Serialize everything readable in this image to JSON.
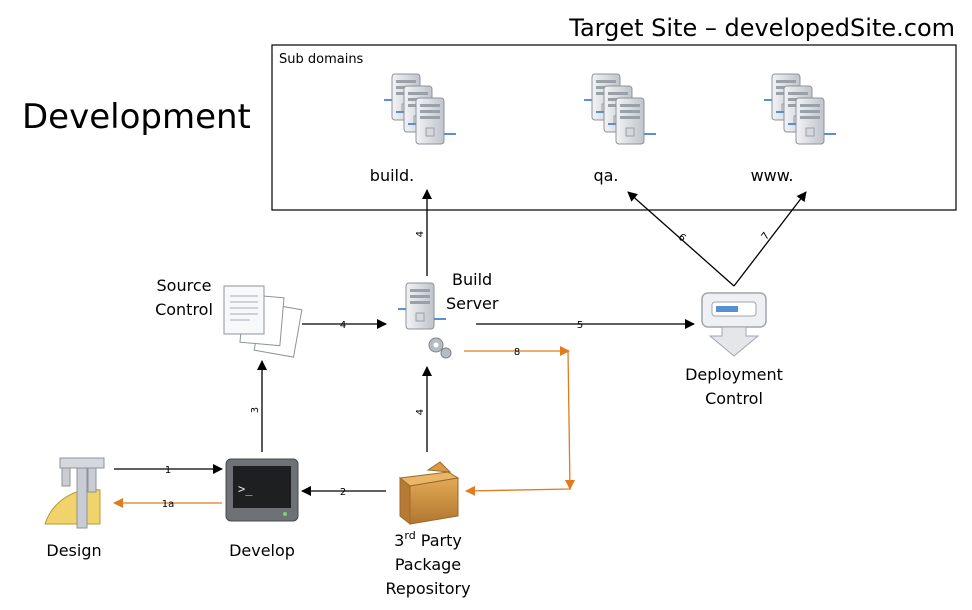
{
  "title_left": "Development",
  "title_right": "Target Site – developedSite.com",
  "subdomains_label": "Sub domains",
  "subdomains": [
    "build.",
    "qa.",
    "www."
  ],
  "nodes": {
    "source_control": [
      "Source",
      "Control"
    ],
    "build_server": [
      "Build",
      "Server"
    ],
    "deployment_control": [
      "Deployment",
      "Control"
    ],
    "design": "Design",
    "develop": "Develop",
    "repo_line1_base": "3",
    "repo_line1_sup": "rd",
    "repo_line1_rest": " Party",
    "repo_line2": "Package",
    "repo_line3": "Repository"
  },
  "edges": {
    "design_to_develop": "1",
    "develop_to_design": "1a",
    "repo_to_develop": "2",
    "develop_to_source": "3",
    "source_to_build": "4",
    "repo_to_build": "4",
    "build_to_subdomain": "4",
    "build_to_deploy": "5",
    "deploy_to_qa": "6",
    "deploy_to_www": "7",
    "build_to_repo": "8"
  },
  "colors": {
    "primary_arrow": "#000000",
    "secondary_arrow": "#E07B1F",
    "server_gray": "#C8CCD2",
    "box_brown": "#C98B3C",
    "highlight_blue": "#5A8FD8"
  }
}
